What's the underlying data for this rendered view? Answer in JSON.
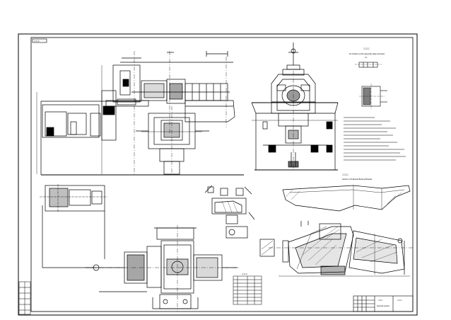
{
  "sheet": {
    "corner_tag": "□□□□□",
    "notes_title": "□□□□",
    "subtitle": "Fix Position of the assembly plate and base",
    "scale": "1:1"
  },
  "section_title": {
    "heading": "□□□□",
    "caption": "Section of Outboard Bearing Bracket"
  },
  "table": {
    "title": "□□□□□"
  },
  "title_block": {
    "name": "□□□□",
    "caption": "General Layout",
    "code": "□□□□"
  },
  "colors": {
    "ink": "#000000",
    "paper": "#ffffff",
    "hatch": "#111111"
  }
}
